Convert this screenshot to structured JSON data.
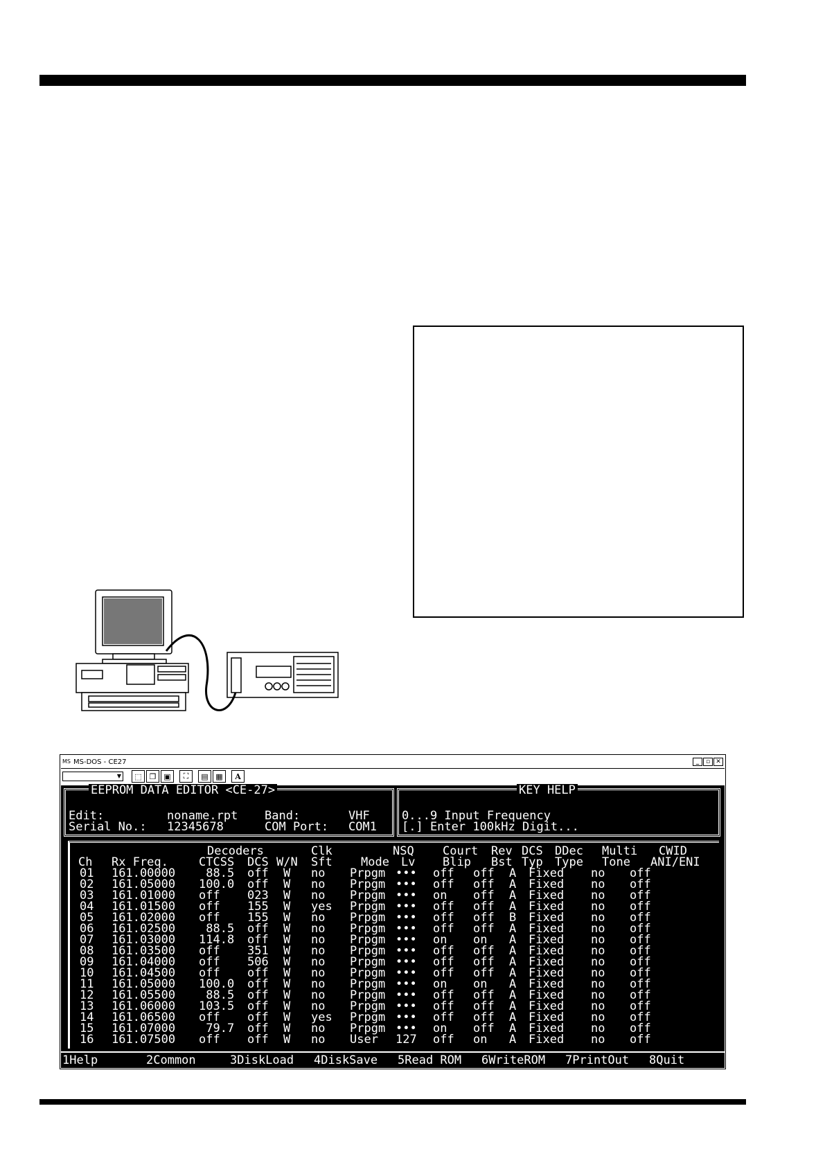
{
  "window": {
    "title": "MS-DOS - CE27",
    "logo": "MS",
    "minimize": "_",
    "restore": "▫",
    "close": "✕"
  },
  "toolbar": {
    "font_select_value": "",
    "buttons": [
      "mark-icon",
      "copy-icon",
      "paste-icon",
      "fullscreen-icon",
      "properties-icon",
      "background-icon",
      "font-icon"
    ]
  },
  "editor": {
    "title": "EEPROM DATA EDITOR <CE-27>",
    "edit_label": "Edit:",
    "edit_value": "noname.rpt",
    "band_label": "Band:",
    "band_value": "VHF",
    "serial_label": "Serial No.:",
    "serial_value": "12345678",
    "com_label": "COM Port:",
    "com_value": "COM1"
  },
  "key_help": {
    "title": "KEY HELP",
    "line1": "0...9 Input Frequency",
    "line2": "[.] Enter 100kHz Digit..."
  },
  "table": {
    "header_row1": {
      "decoders": "Decoders",
      "clk": "Clk",
      "nsq": "NSQ",
      "court": "Court",
      "rev": "Rev",
      "dcs": "DCS",
      "ddec": "DDec",
      "multi": "Multi",
      "cwid": "CWID"
    },
    "header_row2": {
      "ch": "Ch",
      "rx": "Rx Freq.",
      "ctcss": "CTCSS",
      "dcs": "DCS",
      "wn": "W/N",
      "sft": "Sft",
      "mode": "Mode",
      "lv": "Lv",
      "blip": "Blip",
      "bst": "Bst",
      "typ": "Typ",
      "type": "Type",
      "tone": "Tone",
      "ani": "ANI/ENI"
    },
    "rows": [
      {
        "ch": "01",
        "rx": "161.00000",
        "ctcss": " 88.5",
        "dcs": "off",
        "wn": "W",
        "sft": "no",
        "mode": "Prpgm",
        "lv": "•••",
        "blip": "off",
        "bst": "off",
        "typ": "A",
        "type": "Fixed",
        "tone": "no",
        "ani": "off"
      },
      {
        "ch": "02",
        "rx": "161.05000",
        "ctcss": "100.0",
        "dcs": "off",
        "wn": "W",
        "sft": "no",
        "mode": "Prpgm",
        "lv": "•••",
        "blip": "off",
        "bst": "off",
        "typ": "A",
        "type": "Fixed",
        "tone": "no",
        "ani": "off"
      },
      {
        "ch": "03",
        "rx": "161.01000",
        "ctcss": "off",
        "dcs": "023",
        "wn": "W",
        "sft": "no",
        "mode": "Prpgm",
        "lv": "•••",
        "blip": "on",
        "bst": "off",
        "typ": "A",
        "type": "Fixed",
        "tone": "no",
        "ani": "off"
      },
      {
        "ch": "04",
        "rx": "161.01500",
        "ctcss": "off",
        "dcs": "155",
        "wn": "W",
        "sft": "yes",
        "mode": "Prpgm",
        "lv": "•••",
        "blip": "off",
        "bst": "off",
        "typ": "A",
        "type": "Fixed",
        "tone": "no",
        "ani": "off"
      },
      {
        "ch": "05",
        "rx": "161.02000",
        "ctcss": "off",
        "dcs": "155",
        "wn": "W",
        "sft": "no",
        "mode": "Prpgm",
        "lv": "•••",
        "blip": "off",
        "bst": "off",
        "typ": "B",
        "type": "Fixed",
        "tone": "no",
        "ani": "off"
      },
      {
        "ch": "06",
        "rx": "161.02500",
        "ctcss": " 88.5",
        "dcs": "off",
        "wn": "W",
        "sft": "no",
        "mode": "Prpgm",
        "lv": "•••",
        "blip": "off",
        "bst": "off",
        "typ": "A",
        "type": "Fixed",
        "tone": "no",
        "ani": "off"
      },
      {
        "ch": "07",
        "rx": "161.03000",
        "ctcss": "114.8",
        "dcs": "off",
        "wn": "W",
        "sft": "no",
        "mode": "Prpgm",
        "lv": "•••",
        "blip": "on",
        "bst": "on",
        "typ": "A",
        "type": "Fixed",
        "tone": "no",
        "ani": "off"
      },
      {
        "ch": "08",
        "rx": "161.03500",
        "ctcss": "off",
        "dcs": "351",
        "wn": "W",
        "sft": "no",
        "mode": "Prpgm",
        "lv": "•••",
        "blip": "off",
        "bst": "off",
        "typ": "A",
        "type": "Fixed",
        "tone": "no",
        "ani": "off"
      },
      {
        "ch": "09",
        "rx": "161.04000",
        "ctcss": "off",
        "dcs": "506",
        "wn": "W",
        "sft": "no",
        "mode": "Prpgm",
        "lv": "•••",
        "blip": "off",
        "bst": "off",
        "typ": "A",
        "type": "Fixed",
        "tone": "no",
        "ani": "off"
      },
      {
        "ch": "10",
        "rx": "161.04500",
        "ctcss": "off",
        "dcs": "off",
        "wn": "W",
        "sft": "no",
        "mode": "Prpgm",
        "lv": "•••",
        "blip": "off",
        "bst": "off",
        "typ": "A",
        "type": "Fixed",
        "tone": "no",
        "ani": "off"
      },
      {
        "ch": "11",
        "rx": "161.05000",
        "ctcss": "100.0",
        "dcs": "off",
        "wn": "W",
        "sft": "no",
        "mode": "Prpgm",
        "lv": "•••",
        "blip": "on",
        "bst": "on",
        "typ": "A",
        "type": "Fixed",
        "tone": "no",
        "ani": "off"
      },
      {
        "ch": "12",
        "rx": "161.05500",
        "ctcss": " 88.5",
        "dcs": "off",
        "wn": "W",
        "sft": "no",
        "mode": "Prpgm",
        "lv": "•••",
        "blip": "off",
        "bst": "off",
        "typ": "A",
        "type": "Fixed",
        "tone": "no",
        "ani": "off"
      },
      {
        "ch": "13",
        "rx": "161.06000",
        "ctcss": "103.5",
        "dcs": "off",
        "wn": "W",
        "sft": "no",
        "mode": "Prpgm",
        "lv": "•••",
        "blip": "off",
        "bst": "off",
        "typ": "A",
        "type": "Fixed",
        "tone": "no",
        "ani": "off"
      },
      {
        "ch": "14",
        "rx": "161.06500",
        "ctcss": "off",
        "dcs": "off",
        "wn": "W",
        "sft": "yes",
        "mode": "Prpgm",
        "lv": "•••",
        "blip": "off",
        "bst": "off",
        "typ": "A",
        "type": "Fixed",
        "tone": "no",
        "ani": "off"
      },
      {
        "ch": "15",
        "rx": "161.07000",
        "ctcss": " 79.7",
        "dcs": "off",
        "wn": "W",
        "sft": "no",
        "mode": "Prpgm",
        "lv": "•••",
        "blip": "on",
        "bst": "off",
        "typ": "A",
        "type": "Fixed",
        "tone": "no",
        "ani": "off"
      },
      {
        "ch": "16",
        "rx": "161.07500",
        "ctcss": "off",
        "dcs": "off",
        "wn": "W",
        "sft": "no",
        "mode": "User",
        "lv": "127",
        "blip": "off",
        "bst": "on",
        "typ": "A",
        "type": "Fixed",
        "tone": "no",
        "ani": "off"
      }
    ]
  },
  "function_keys": [
    "1Help",
    "2Common",
    "3DiskLoad",
    "4DiskSave",
    "5Read ROM",
    "6WriteROM",
    "7PrintOut",
    "8Quit"
  ]
}
